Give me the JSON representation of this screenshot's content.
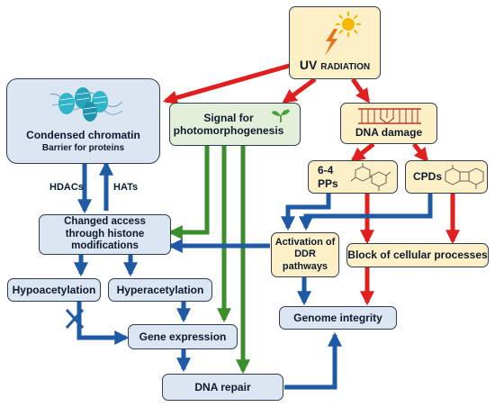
{
  "nodes": {
    "uv": {
      "label": "UV",
      "label_small": "RADIATION"
    },
    "chromatin": {
      "title": "Condensed chromatin",
      "subtitle": "Barrier for proteins"
    },
    "signal": {
      "label": "Signal for photomorphogenesis"
    },
    "dna_damage": {
      "label": "DNA damage"
    },
    "pp64": {
      "label_line1": "6-4",
      "label_line2": "PPs"
    },
    "cpds": {
      "label": "CPDs"
    },
    "changed_access": {
      "label": "Changed access through histone modifications"
    },
    "ddr": {
      "label": "Activation of DDR pathways"
    },
    "block": {
      "label": "Block of cellular processes"
    },
    "hypo": {
      "label": "Hypoacetylation"
    },
    "hyper": {
      "label": "Hyperacetylation"
    },
    "genome": {
      "label": "Genome integrity"
    },
    "gene_expr": {
      "label": "Gene expression"
    },
    "dna_repair": {
      "label": "DNA repair"
    }
  },
  "edge_labels": {
    "hdacs": "HDACs",
    "hats": "HATs"
  },
  "colors": {
    "red_arrow": "#e21f1f",
    "blue_arrow": "#1f5aa6",
    "green_arrow": "#3a8f2a",
    "box_blue": "#dce6f3",
    "box_cream": "#fdf0c6",
    "box_green": "#e3efd8",
    "sun": "#f5b800",
    "lightning": "#e8731a",
    "nucleosome": "#2fb5c9",
    "dna_strand": "#c0392b"
  },
  "icons": [
    "sun-icon",
    "lightning-icon",
    "nucleosome-icon",
    "seedling-icon",
    "dna-ladder-icon",
    "molecule-icon"
  ]
}
